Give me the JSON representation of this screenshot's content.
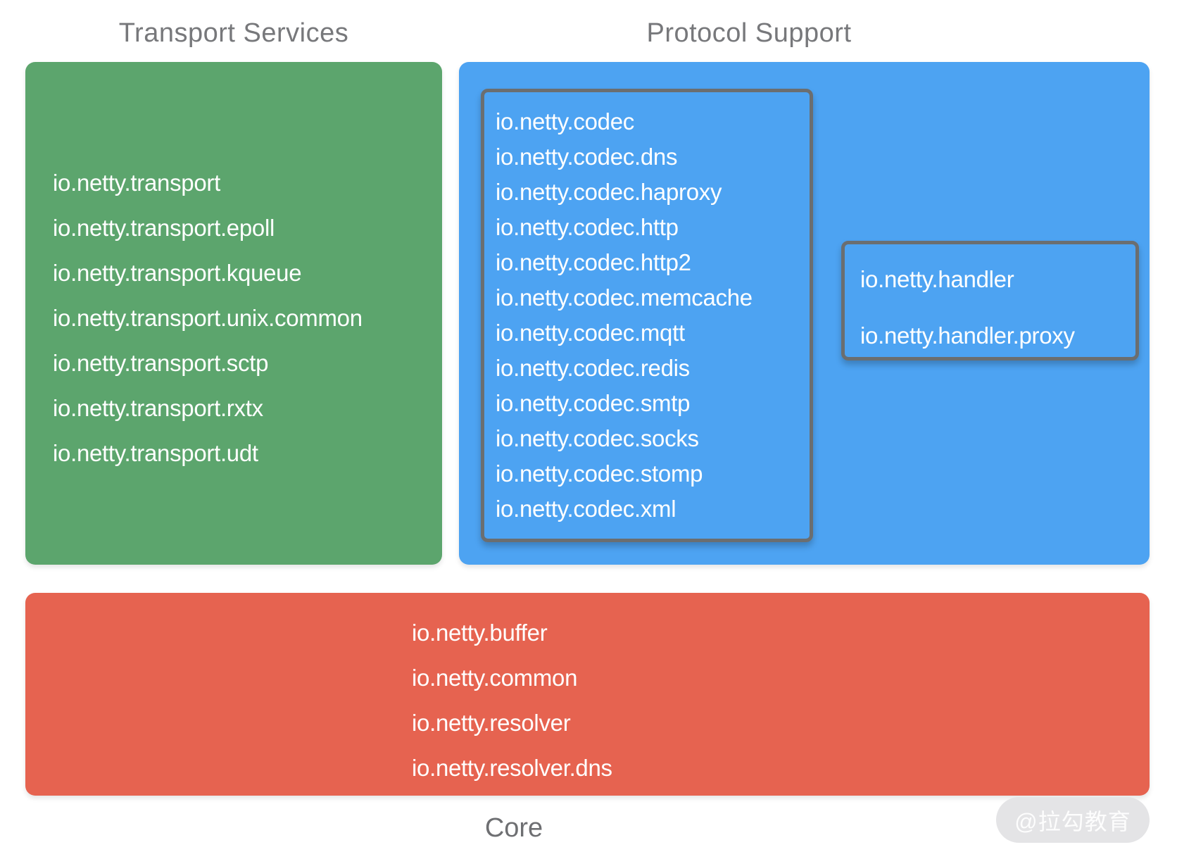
{
  "titles": {
    "transport": "Transport Services",
    "protocol": "Protocol Support",
    "core": "Core"
  },
  "transport": {
    "packages": [
      "io.netty.transport",
      "io.netty.transport.epoll",
      "io.netty.transport.kqueue",
      "io.netty.transport.unix.common",
      "io.netty.transport.sctp",
      "io.netty.transport.rxtx",
      "io.netty.transport.udt"
    ]
  },
  "protocol": {
    "codec_packages": [
      "io.netty.codec",
      "io.netty.codec.dns",
      "io.netty.codec.haproxy",
      "io.netty.codec.http",
      "io.netty.codec.http2",
      "io.netty.codec.memcache",
      "io.netty.codec.mqtt",
      "io.netty.codec.redis",
      "io.netty.codec.smtp",
      "io.netty.codec.socks",
      "io.netty.codec.stomp",
      "io.netty.codec.xml"
    ],
    "handler_packages": [
      "io.netty.handler",
      "io.netty.handler.proxy"
    ]
  },
  "core": {
    "packages": [
      "io.netty.buffer",
      "io.netty.common",
      "io.netty.resolver",
      "io.netty.resolver.dns"
    ]
  },
  "watermark": "@拉勾教育",
  "colors": {
    "transport_green": "#5CA56D",
    "protocol_blue": "#4DA3F2",
    "core_red": "#E66350",
    "group_border_gray": "#6B6E70",
    "title_gray": "#77787B",
    "package_text": "#FFFFFF",
    "watermark_bg": "#E4E4E6"
  }
}
